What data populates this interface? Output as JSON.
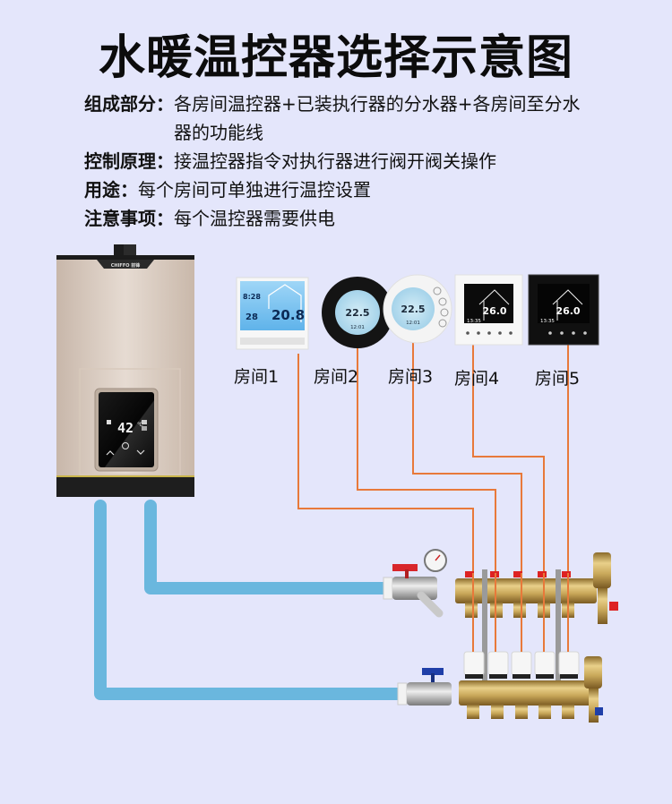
{
  "title": "水暖温控器选择示意图",
  "info": [
    {
      "key": "组成部分：",
      "value": "各房间温控器+已装执行器的分水器+各房间至分水器的功能线"
    },
    {
      "key": "控制原理：",
      "value": "接温控器指令对执行器进行阀开阀关操作"
    },
    {
      "key": "用途：",
      "value": "每个房间可单独进行温控设置"
    },
    {
      "key": "注意事项：",
      "value": "每个温控器需要供电"
    }
  ],
  "boiler": {
    "brand": "CHIFFO 前锋",
    "display_temp": "42",
    "unit": "℃"
  },
  "thermostats": [
    {
      "room": "房间1",
      "temp": "20.8",
      "set_temp": "28",
      "time": "8:28",
      "style": "square-blue-lcd"
    },
    {
      "room": "房间2",
      "temp": "22.5",
      "time": "12:01",
      "style": "round-black"
    },
    {
      "room": "房间3",
      "temp": "22.5",
      "time": "12:01",
      "style": "round-white"
    },
    {
      "room": "房间4",
      "temp": "26.0",
      "time": "13:35",
      "style": "square-white-touch"
    },
    {
      "room": "房间5",
      "temp": "26.0",
      "time": "13:35",
      "style": "square-black-touch"
    }
  ],
  "colors": {
    "background": "#e4e6fb",
    "signal_wire": "#e8793a",
    "water_pipe": "#6ab7de",
    "brass": "#c9a85a"
  }
}
